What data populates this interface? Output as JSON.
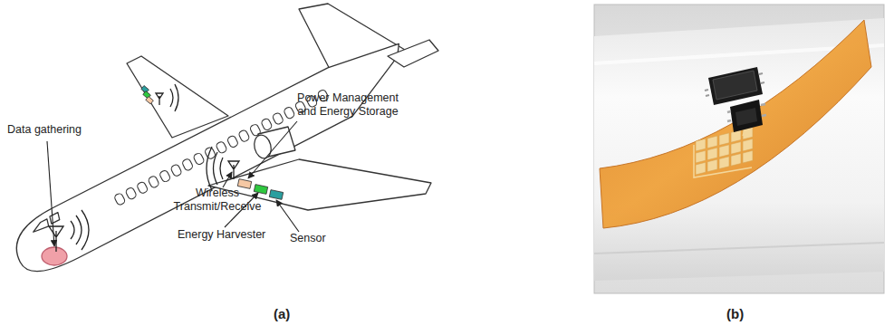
{
  "diagram": {
    "labels": [
      "Data gathering",
      "Power Management and Energy Storage",
      "Wireless Transmit/Receive",
      "Energy Harvester",
      "Sensor",
      "(a)",
      "(b)"
    ]
  }
}
